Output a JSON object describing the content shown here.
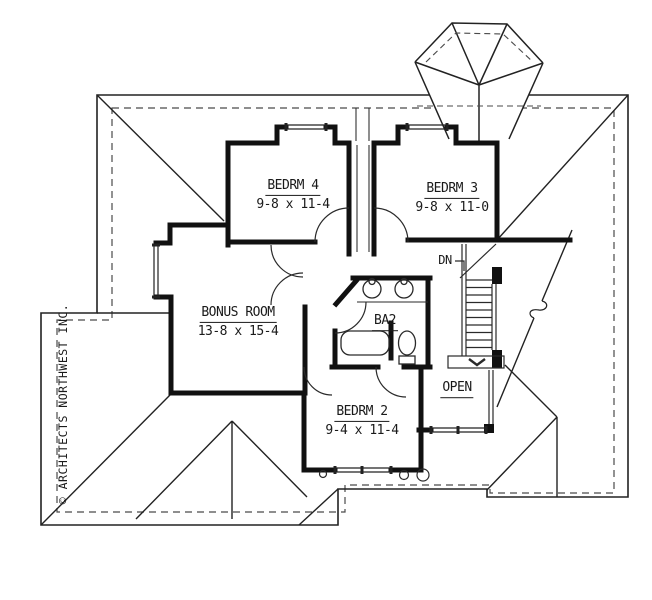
{
  "plan": {
    "background": "#ffffff",
    "ink": "#1a1a1a",
    "rooms": [
      {
        "id": "bedrm4",
        "name": "BEDRM 4",
        "dimensions": "9-8 x 11-4"
      },
      {
        "id": "bedrm3",
        "name": "BEDRM 3",
        "dimensions": "9-8 x 11-0"
      },
      {
        "id": "bonus",
        "name": "BONUS ROOM",
        "dimensions": "13-8 x 15-4"
      },
      {
        "id": "bath2",
        "name": "BA2"
      },
      {
        "id": "bedrm2",
        "name": "BEDRM 2",
        "dimensions": "9-4 x 11-4"
      }
    ],
    "annotations": {
      "stair_direction": "DN",
      "open_below": "OPEN",
      "copyright": "© ARCHITECTS NORTHWEST INC."
    }
  }
}
